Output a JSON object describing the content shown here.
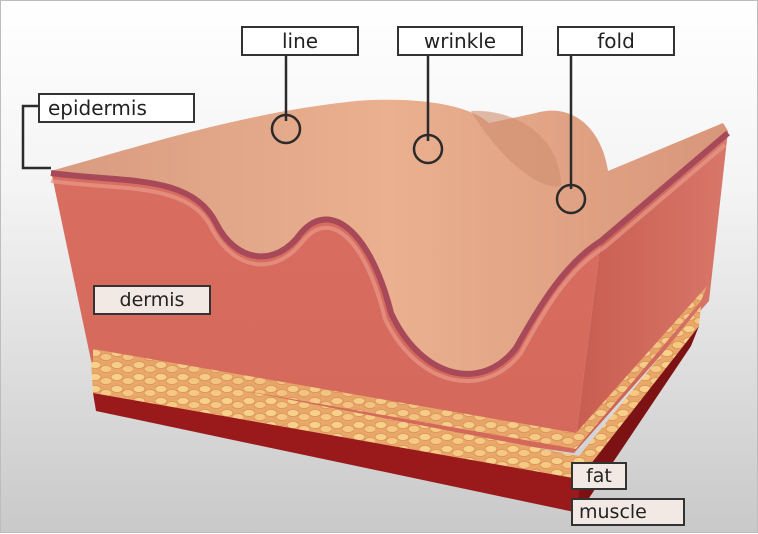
{
  "labels": {
    "line": "line",
    "wrinkle": "wrinkle",
    "fold": "fold",
    "epidermis": "epidermis",
    "dermis": "dermis",
    "fat": "fat",
    "muscle": "muscle"
  },
  "colors": {
    "skin_surface": "#e6a583",
    "dermis": "#d6705f",
    "dermis_dark": "#c95c4e",
    "epidermis_edge": "#a8495a",
    "fat": "#f3c47c",
    "muscle": "#9a1a1c"
  }
}
